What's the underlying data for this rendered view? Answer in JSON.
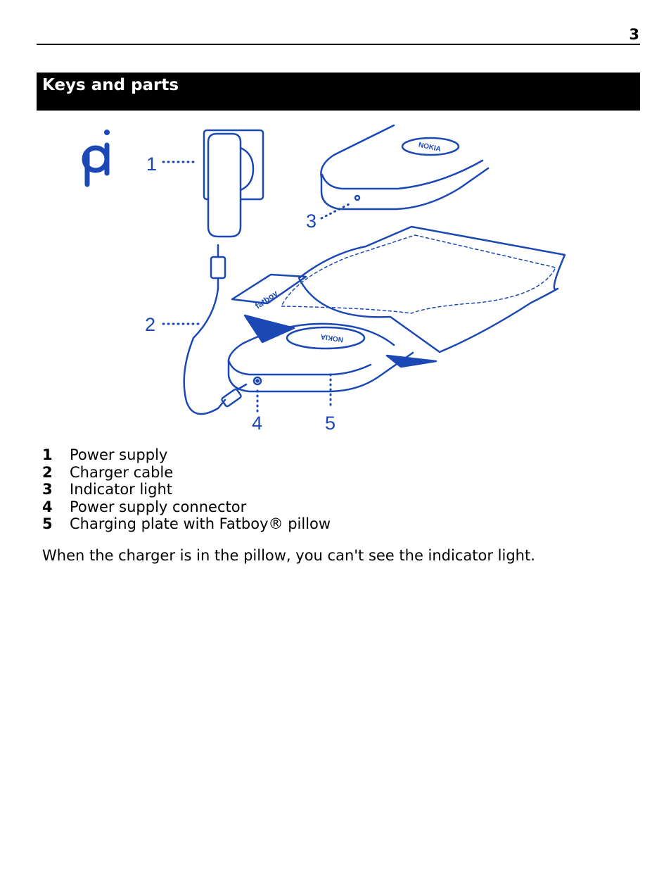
{
  "page": {
    "number": "3"
  },
  "section": {
    "title": "Keys and parts"
  },
  "illustration": {
    "accent_color": "#1b48b4",
    "callouts": [
      "1",
      "2",
      "3",
      "4",
      "5"
    ],
    "logo_text": [
      "NOKIA",
      "fatboy"
    ]
  },
  "parts": [
    {
      "num": "1",
      "label": "Power supply"
    },
    {
      "num": "2",
      "label": "Charger cable"
    },
    {
      "num": "3",
      "label": "Indicator light"
    },
    {
      "num": "4",
      "label": "Power supply connector"
    },
    {
      "num": "5",
      "label": "Charging plate with Fatboy® pillow"
    }
  ],
  "note": "When the charger is in the pillow, you can't see the indicator light."
}
